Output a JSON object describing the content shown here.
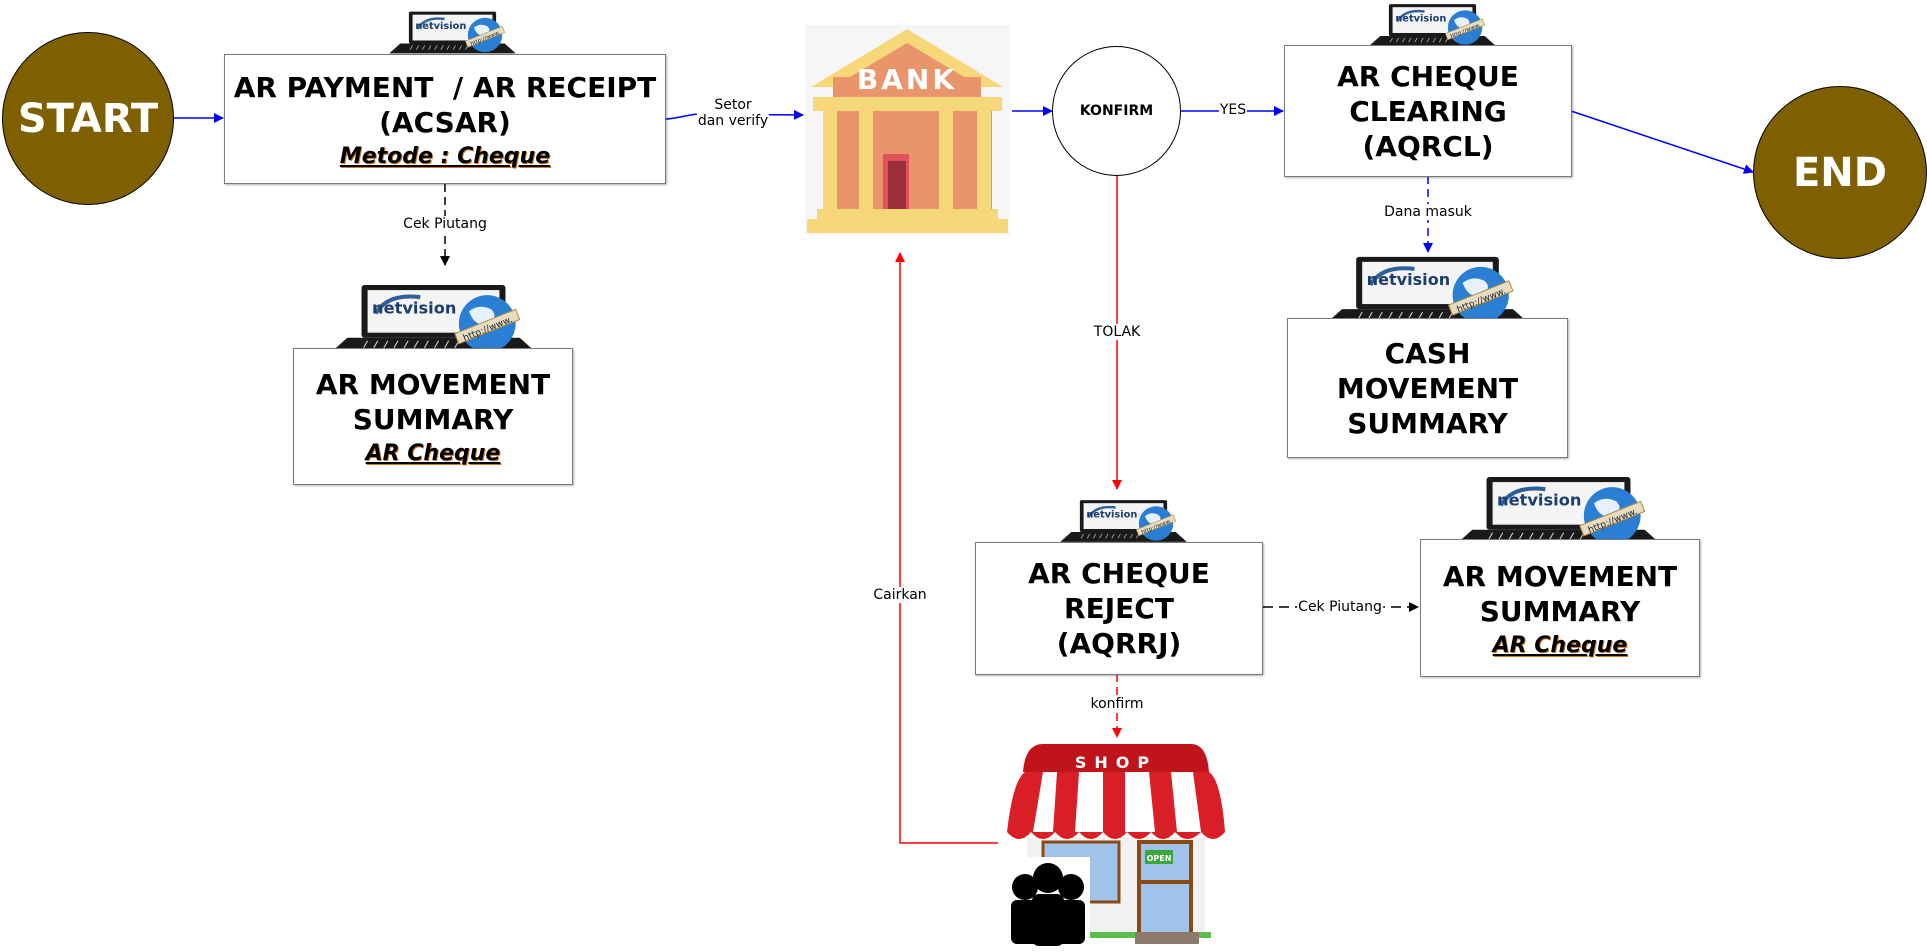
{
  "diagram": {
    "start": {
      "label": "START"
    },
    "end": {
      "label": "END"
    },
    "konfirm": {
      "label": "KONFIRM"
    },
    "boxes": {
      "ar_payment": {
        "title_lines": [
          "AR PAYMENT  / AR RECEIPT",
          "(ACSAR)"
        ],
        "subtitle": "Metode : Cheque"
      },
      "ar_movement_left": {
        "title_lines": [
          "AR MOVEMENT",
          "SUMMARY"
        ],
        "subtitle": "AR Cheque"
      },
      "ar_cheque_clearing": {
        "title_lines": [
          "AR CHEQUE",
          "CLEARING",
          "(AQRCL)"
        ]
      },
      "cash_movement": {
        "title_lines": [
          "CASH",
          "MOVEMENT",
          "SUMMARY"
        ]
      },
      "ar_cheque_reject": {
        "title_lines": [
          "AR CHEQUE",
          "REJECT",
          "(AQRRJ)"
        ]
      },
      "ar_movement_right": {
        "title_lines": [
          "AR MOVEMENT",
          "SUMMARY"
        ],
        "subtitle": "AR Cheque"
      }
    },
    "images": {
      "bank": {
        "sign": "BANK"
      },
      "shop": {
        "sign": "SHOP",
        "door_sign": "OPEN"
      },
      "laptop": {
        "brand": "netvision",
        "url_text": "http://www."
      }
    },
    "edge_labels": {
      "setor": [
        "Setor",
        "dan verify"
      ],
      "yes": "YES",
      "cek_piutang_left": "Cek Piutang",
      "dana_masuk": "Dana masuk",
      "tolak": "TOLAK",
      "cairkan": "Cairkan",
      "konfirm_lower": "konfirm",
      "cek_piutang_right": "Cek Piutang"
    },
    "colors": {
      "terminal": "#7f6000",
      "flow_main": "#0000ff",
      "flow_reject": "#ff0000",
      "flow_check": "#000000"
    }
  }
}
